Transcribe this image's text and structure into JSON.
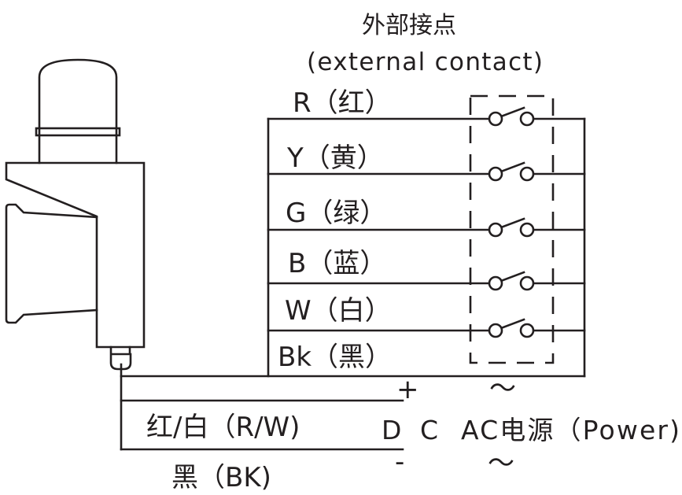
{
  "diagram": {
    "title_cn": "外部接点",
    "title_en": "(external contact)",
    "wires": [
      {
        "code": "R",
        "cn": "红",
        "label": "R（红）"
      },
      {
        "code": "Y",
        "cn": "黄",
        "label": "Y（黄）"
      },
      {
        "code": "G",
        "cn": "绿",
        "label": "G（绿）"
      },
      {
        "code": "B",
        "cn": "蓝",
        "label": "B（蓝）"
      },
      {
        "code": "W",
        "cn": "白",
        "label": "W（白）"
      },
      {
        "code": "Bk",
        "cn": "黑",
        "label": "Bk（黑）"
      }
    ],
    "power_wires": [
      {
        "label": "红/白（R/W)",
        "polarity": "+"
      },
      {
        "label": "黑（BK)",
        "polarity": "-"
      }
    ],
    "dc_label": "DC",
    "ac_label": "AC电源（Power)",
    "ac_symbol_top": "～",
    "ac_symbol_bottom": "～",
    "plus": "+",
    "minus": "-",
    "switch_count": 5,
    "colors": {
      "line": "#231f20",
      "background": "#ffffff"
    }
  }
}
